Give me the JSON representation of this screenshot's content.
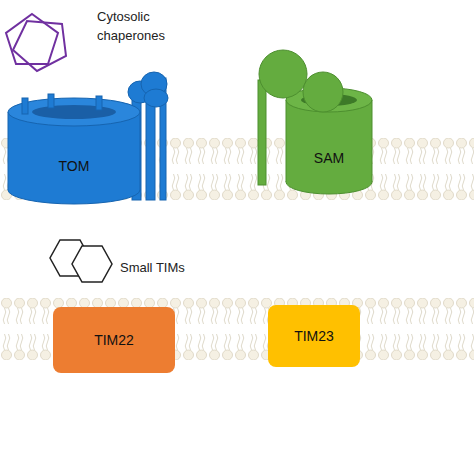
{
  "diagram": {
    "nodes": [
      {
        "text": [
          "TOM"
        ]
      },
      {
        "text": [
          "SAM"
        ]
      },
      {
        "text": [
          "TIM22"
        ]
      },
      {
        "text": [
          "TIM23"
        ]
      }
    ],
    "labels": [
      "Cytosolic chaperones",
      "Small TIMs"
    ]
  }
}
